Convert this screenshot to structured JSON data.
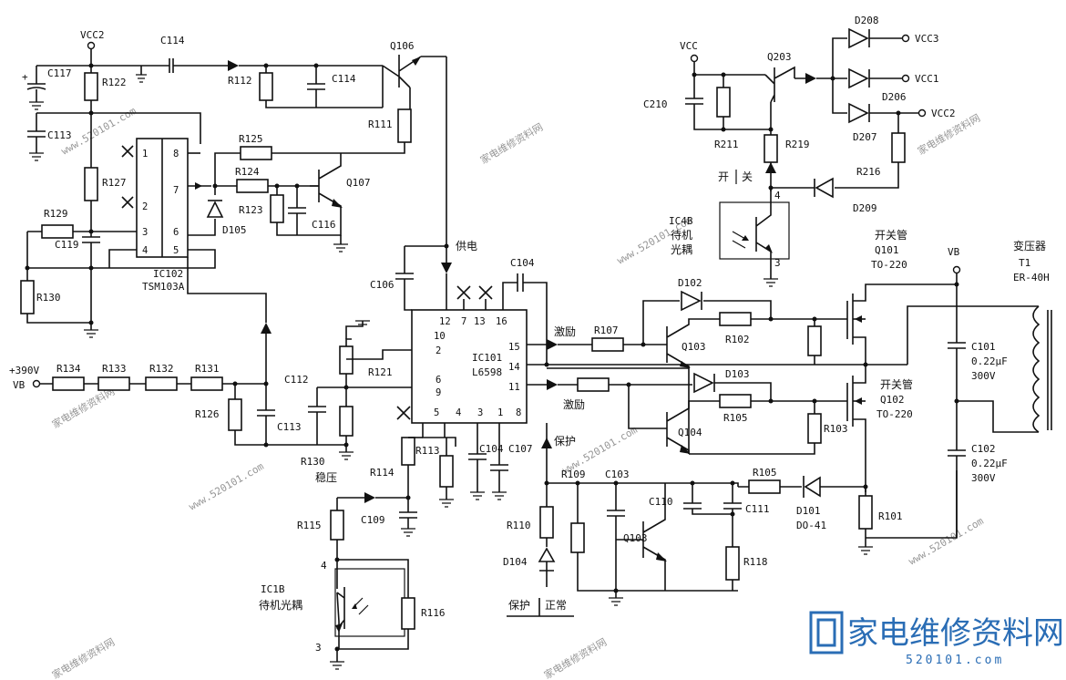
{
  "labels": {
    "vcc2_top": "VCC2",
    "c114a": "C114",
    "c114b": "C114",
    "r112": "R112",
    "q106": "Q106",
    "r111": "R111",
    "c117": "C117",
    "r122": "R122",
    "c113a": "C113",
    "r125": "R125",
    "r124": "R124",
    "q107": "Q107",
    "r123": "R123",
    "c116": "C116",
    "r127": "R127",
    "d105": "D105",
    "r129": "R129",
    "c119": "C119",
    "r130a": "R130",
    "ic102_name": "IC102",
    "ic102_part": "TSM103A",
    "vin": "+390V",
    "vb_left": "VB",
    "r134": "R134",
    "r133": "R133",
    "r132": "R132",
    "r131": "R131",
    "r126": "R126",
    "c112": "C112",
    "c113b": "C113",
    "r121": "R121",
    "r130b": "R130",
    "regulate": "稳压",
    "c106": "C106",
    "supply": "供电",
    "c104a": "C104",
    "ic101_name": "IC101",
    "ic101_part": "L6598",
    "r113": "R113",
    "r114": "R114",
    "c104b": "C104",
    "c107": "C107",
    "r115": "R115",
    "c109": "C109",
    "ic1b_name": "IC1B",
    "ic1b_desc": "待机光耦",
    "r116": "R116",
    "drive1": "激励",
    "drive2": "激励",
    "r107": "R107",
    "d102": "D102",
    "q103a": "Q103",
    "r102": "R102",
    "d103": "D103",
    "q104": "Q104",
    "r105a": "R105",
    "r103": "R103",
    "protect_top": "保护",
    "r109": "R109",
    "c103": "C103",
    "c110": "C110",
    "c111": "C111",
    "r105b": "R105",
    "d101": "D101",
    "d101_part": "DO-41",
    "r110": "R110",
    "d104": "D104",
    "q103b": "Q103",
    "r118": "R118",
    "r101": "R101",
    "protect_bottom": "保护",
    "normal": "正常",
    "vcc_top": "VCC",
    "c210": "C210",
    "r211": "R211",
    "q203": "Q203",
    "r219": "R219",
    "d208": "D208",
    "vcc3": "VCC3",
    "vcc1": "VCC1",
    "d206": "D206",
    "d207": "D207",
    "vcc2_right": "VCC2",
    "r216": "R216",
    "switch_open": "开",
    "switch_close": "关",
    "d209": "D209",
    "ic4b_name": "IC4B",
    "ic4b_desc1": "待机",
    "ic4b_desc2": "光耦",
    "sw_tube1": "开关管",
    "q101": "Q101",
    "q101_pkg": "TO-220",
    "vb_right": "VB",
    "transformer": "变压器",
    "t1": "T1",
    "t1_part": "ER-40H",
    "c101": "C101",
    "c101_val": "0.22μF",
    "c101_v": "300V",
    "sw_tube2": "开关管",
    "q102": "Q102",
    "q102_pkg": "TO-220",
    "c102": "C102",
    "c102_val": "0.22μF",
    "c102_v": "300V"
  },
  "ic102_pins": [
    "1",
    "8",
    "7",
    "2",
    "3",
    "6",
    "4",
    "5"
  ],
  "ic101_pins": [
    "12",
    "7",
    "13",
    "16",
    "10",
    "2",
    "15",
    "14",
    "6",
    "9",
    "11",
    "5",
    "4",
    "3",
    "1",
    "8"
  ],
  "pin_numbers": {
    "ic1b_top": "4",
    "ic1b_bottom": "3",
    "ic4b_top": "4",
    "ic4b_bottom": "3"
  },
  "watermark": "家电维修资料网",
  "watermark_url": "www.520101.com",
  "logo_text": "家电维修资料网",
  "logo_url": "520101.com"
}
